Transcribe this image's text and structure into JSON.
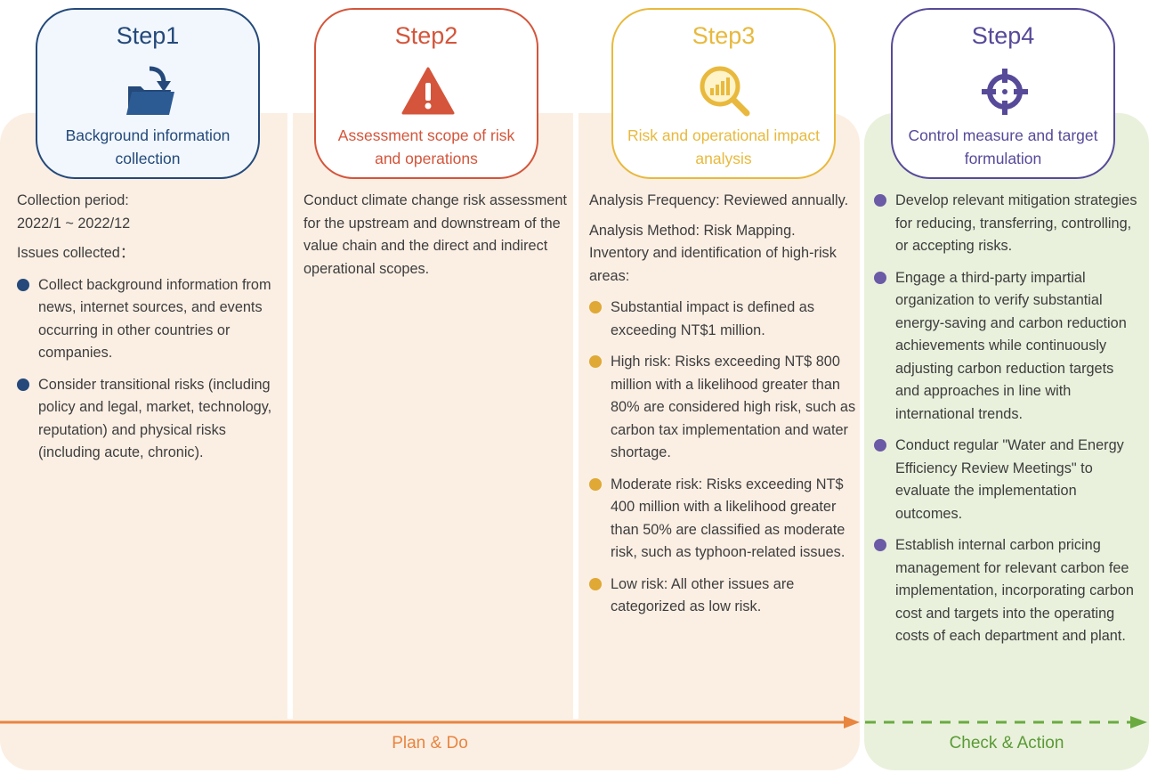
{
  "colors": {
    "step1": "#24497a",
    "step2": "#d4553b",
    "step3": "#e8b93d",
    "step4": "#564a99",
    "plan_bg": "#fbefe4",
    "check_bg": "#e9f1dc",
    "plan_arrow": "#e8853f",
    "check_arrow": "#6aaa3f"
  },
  "steps": [
    {
      "title": "Step1",
      "label": "Background information collection",
      "icon": "folder-download-icon"
    },
    {
      "title": "Step2",
      "label": "Assessment scope of risk and operations",
      "icon": "warning-icon"
    },
    {
      "title": "Step3",
      "label": "Risk and operational impact analysis",
      "icon": "magnifier-chart-icon"
    },
    {
      "title": "Step4",
      "label": "Control measure and target formulation",
      "icon": "crosshair-target-icon"
    }
  ],
  "col1": {
    "period_label": "Collection period:",
    "period_value": "2022/1 ~ 2022/12",
    "issues_label": "Issues collected：",
    "bullets": [
      "Collect background information from news, internet sources, and events occurring in other countries or companies.",
      "Consider transitional risks (including policy and legal, market, technology, reputation) and physical risks (including acute, chronic)."
    ]
  },
  "col2": {
    "text": "Conduct climate change risk assessment for the upstream and downstream of the value chain and the direct and indirect operational scopes."
  },
  "col3": {
    "frequency": "Analysis Frequency: Reviewed annually.",
    "method": "Analysis Method: Risk Mapping. Inventory and identification of high-risk areas:",
    "bullets": [
      "Substantial impact is defined as exceeding NT$1 million.",
      "High risk: Risks exceeding NT$ 800 million with a likelihood greater than 80% are considered high risk, such as carbon tax implementation and water shortage.",
      "Moderate risk: Risks exceeding NT$ 400 million with a likelihood greater than 50% are classified as moderate risk, such as typhoon-related issues.",
      "Low risk: All other issues are categorized as low risk."
    ]
  },
  "col4": {
    "bullets": [
      "Develop relevant mitigation strategies for reducing, transferring, controlling, or accepting risks.",
      "Engage a third-party impartial organization to verify substantial energy-saving and carbon reduction achievements while continuously adjusting carbon reduction targets and approaches in line with international trends.",
      "Conduct regular \"Water and Energy Efficiency Review Meetings\" to evaluate the implementation outcomes.",
      "Establish internal carbon pricing management for relevant carbon fee implementation, incorporating carbon cost and targets into the operating costs of each department and plant."
    ]
  },
  "bottom": {
    "plan_label": "Plan & Do",
    "check_label": "Check & Action"
  }
}
